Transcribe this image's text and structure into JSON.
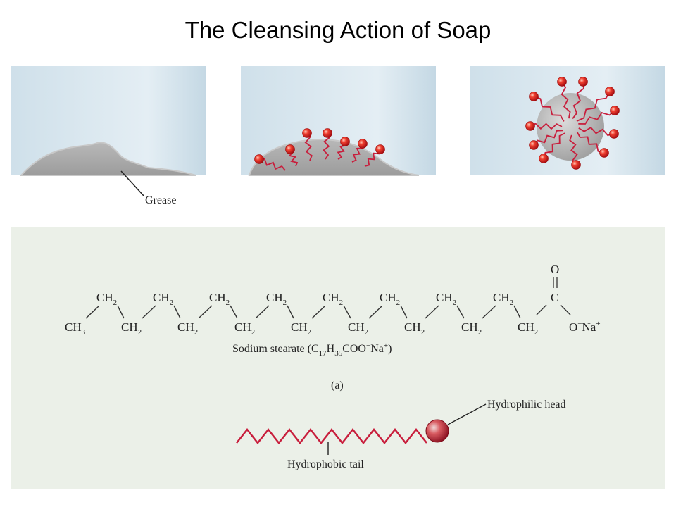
{
  "title": "The Cleansing Action of Soap",
  "labels": {
    "grease": "Grease",
    "caption_name": "Sodium stearate (C",
    "caption_sub1": "17",
    "caption_h": "H",
    "caption_sub2": "35",
    "caption_coo": "COO",
    "caption_minus": "−",
    "caption_na": "Na",
    "caption_plus": "+",
    "caption_close": ")",
    "panel_letter": "(a)",
    "hydrophilic_head": "Hydrophilic head",
    "hydrophobic_tail": "Hydrophobic tail"
  },
  "formula": {
    "ch3": "CH",
    "ch3_sub": "3",
    "ch2": "CH",
    "ch2_sub": "2",
    "carbonyl_o": "O",
    "carbon": "C",
    "ionic_o": "O",
    "minus": "−",
    "na": "Na",
    "plus": "+"
  },
  "colors": {
    "water_blue": "#d7e6ef",
    "grease_gray": "#a9a9a9",
    "head_red": "#e02020",
    "tail_red": "#c81e3c",
    "panel_bg": "#ebf0e8"
  }
}
